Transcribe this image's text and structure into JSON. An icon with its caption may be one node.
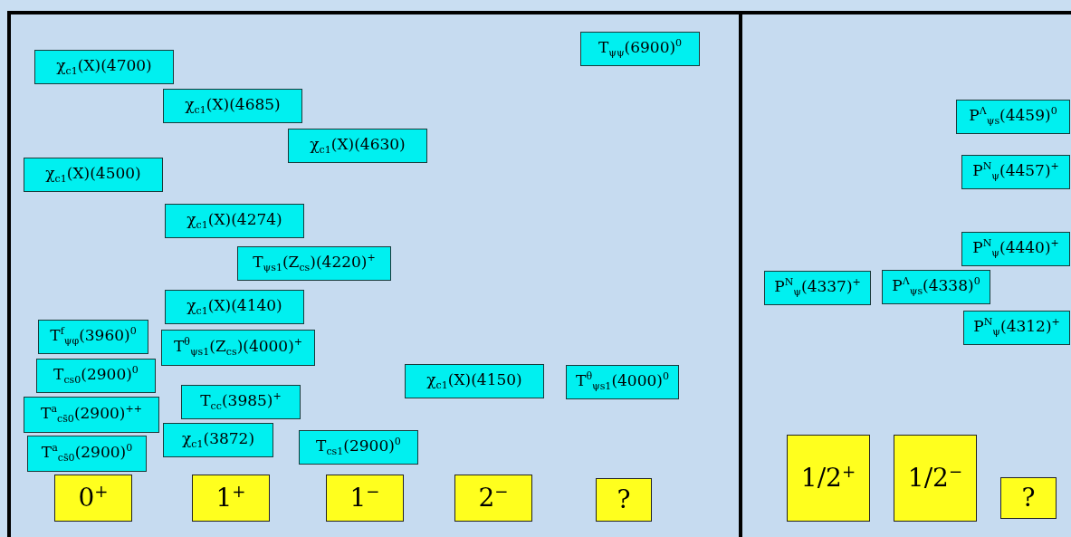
{
  "diagram": {
    "nodes": [
      {
        "text": [],
        "shape": "box"
      },
      {
        "text": [],
        "shape": "box"
      },
      {
        "text": [
          "T$_{ψψ}$(6900)$^{0}$"
        ],
        "in": 0
      },
      {
        "text": [
          "χ$_{c1}$(X)(4700)"
        ],
        "in": 0
      },
      {
        "text": [
          "χ$_{c1}$(X)(4685)"
        ],
        "in": 0
      },
      {
        "text": [
          "χ$_{c1}$(X)(4630)"
        ],
        "in": 0
      },
      {
        "text": [
          "χ$_{c1}$(X)(4500)"
        ],
        "in": 0
      },
      {
        "text": [
          "χ$_{c1}$(X)(4274)"
        ],
        "in": 0
      },
      {
        "text": [
          "T$_{ψs1}$(Z$_{cs}$)(4220)$^{+}$"
        ],
        "in": 0
      },
      {
        "text": [
          "χ$_{c1}$(X)(4140)"
        ],
        "in": 0
      },
      {
        "text": [
          "T$^{f}$$_{ψφ}$(3960)$^{0}$"
        ],
        "in": 0
      },
      {
        "text": [
          "T$^{θ}$$_{ψs1}$(Z$_{cs}$)(4000)$^{+}$"
        ],
        "in": 0
      },
      {
        "text": [
          "T$_{cs0}$(2900)$^{0}$"
        ],
        "in": 0
      },
      {
        "text": [
          "χ$_{c1}$(X)(4150)"
        ],
        "in": 0
      },
      {
        "text": [
          "T$^{θ}$$_{ψs1}$(4000)$^{0}$"
        ],
        "in": 0
      },
      {
        "text": [
          "T$_{cc}$(3985)$^{+}$"
        ],
        "in": 0
      },
      {
        "text": [
          "T$^{a}$$_{cs̄0}$(2900)$^{++}$"
        ],
        "in": 0
      },
      {
        "text": [
          "χ$_{c1}$(3872)"
        ],
        "in": 0
      },
      {
        "text": [
          "T$_{cs1}$(2900)$^{0}$"
        ],
        "in": 0
      },
      {
        "text": [
          "T$^{a}$$_{cs̄0}$(2900)$^{0}$"
        ],
        "in": 0
      },
      {
        "text": [
          "0$^{+}$"
        ],
        "in": 0
      },
      {
        "text": [
          "1$^{+}$"
        ],
        "in": 0
      },
      {
        "text": [
          "1$^{−}$"
        ],
        "in": 0
      },
      {
        "text": [
          "2$^{−}$"
        ],
        "in": 0
      },
      {
        "text": [
          "?"
        ],
        "in": 0
      },
      {
        "text": [
          "P$^{Λ}$$_{ψs}$(4459)$^{0}$"
        ],
        "in": 1
      },
      {
        "text": [
          "P$^{N}$$_{ψ}$(4457)$^{+}$"
        ],
        "in": 1
      },
      {
        "text": [
          "P$^{N}$$_{ψ}$(4440)$^{+}$"
        ],
        "in": 1
      },
      {
        "text": [
          "P$^{N}$$_{ψ}$(4337)$^{+}$"
        ],
        "in": 1
      },
      {
        "text": [
          "P$^{Λ}$$_{ψs}$(4338)$^{0}$"
        ],
        "in": 1
      },
      {
        "text": [
          "P$^{N}$$_{ψ}$(4312)$^{+}$"
        ],
        "in": 1
      },
      {
        "text": [
          "1/2$^{+}$"
        ],
        "in": 1
      },
      {
        "text": [
          "1/2$^{−}$"
        ],
        "in": 1
      },
      {
        "text": [
          "?"
        ],
        "in": 1
      }
    ]
  }
}
